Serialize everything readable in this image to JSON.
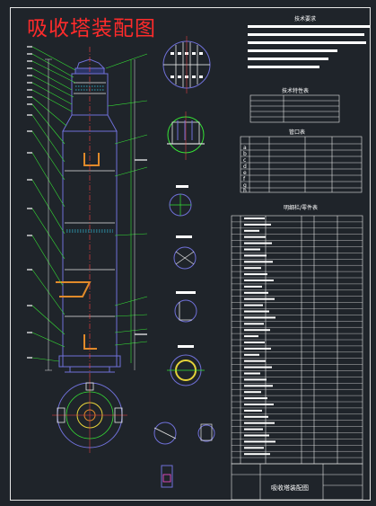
{
  "drawing": {
    "title": "吸收塔装配图",
    "colors": {
      "background": "#1f242a",
      "frame": "#e6e6e6",
      "title": "#ff2b2b",
      "vessel": "#6f70d8",
      "leader": "#35e135",
      "white": "#ffffff",
      "cyan": "#36d0f0",
      "yellow": "#e6d33a",
      "orange": "#e08a2a"
    }
  },
  "notes": {
    "header": "技术要求",
    "line_count": 6
  },
  "spec_table": {
    "header": "技术特性表",
    "rows": 5
  },
  "nozzle_table": {
    "header": "管口表",
    "rows": 8,
    "row_labels": [
      "a",
      "b",
      "c",
      "d",
      "e",
      "f",
      "g",
      "h"
    ]
  },
  "parts_list": {
    "header": "明细栏/零件表",
    "rows": 40
  },
  "title_block": {
    "name": "吸收塔装配图"
  }
}
